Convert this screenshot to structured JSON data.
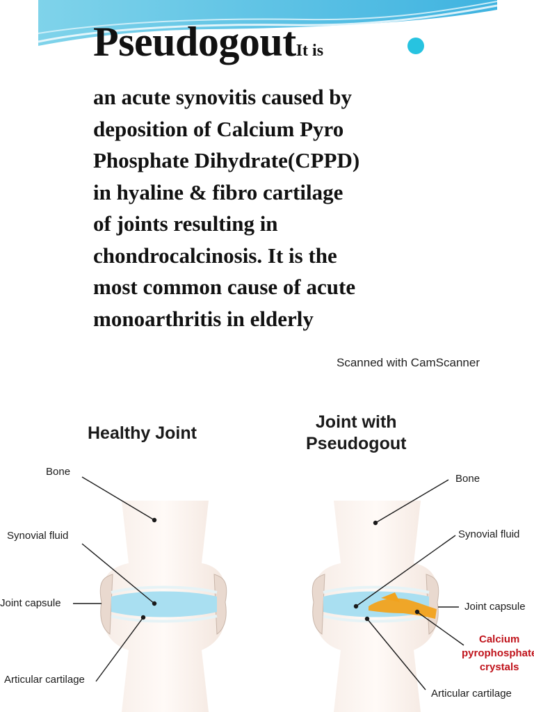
{
  "slide": {
    "title": "Pseudogout",
    "title_suffix": "It is",
    "body_lines": [
      "an acute synovitis caused by",
      "deposition of Calcium Pyro",
      "Phosphate Dihydrate(CPPD)",
      "in hyaline & fibro cartilage",
      "of joints resulting in",
      "chondrocalcinosis. It is the",
      "most common cause of acute",
      "monoarthritis in elderly"
    ],
    "scan_notice": "Scanned with CamScanner"
  },
  "diagram": {
    "healthy": {
      "heading": "Healthy Joint",
      "labels": {
        "bone": "Bone",
        "synovial_fluid": "Synovial fluid",
        "joint_capsule": "Joint capsule",
        "articular_cartilage": "Articular cartilage"
      }
    },
    "pseudogout": {
      "heading_line1": "Joint with",
      "heading_line2": "Pseudogout",
      "labels": {
        "bone": "Bone",
        "synovial_fluid": "Synovial fluid",
        "joint_capsule": "Joint capsule",
        "crystals_line1": "Calcium",
        "crystals_line2": "pyrophosphate",
        "crystals_line3": "crystals",
        "articular_cartilage": "Articular cartilage"
      }
    }
  },
  "colors": {
    "accent": "#27c3e0",
    "fluid": "#a9dff1",
    "crystals": "#f2a21c",
    "crystals_label": "#c0141c"
  }
}
